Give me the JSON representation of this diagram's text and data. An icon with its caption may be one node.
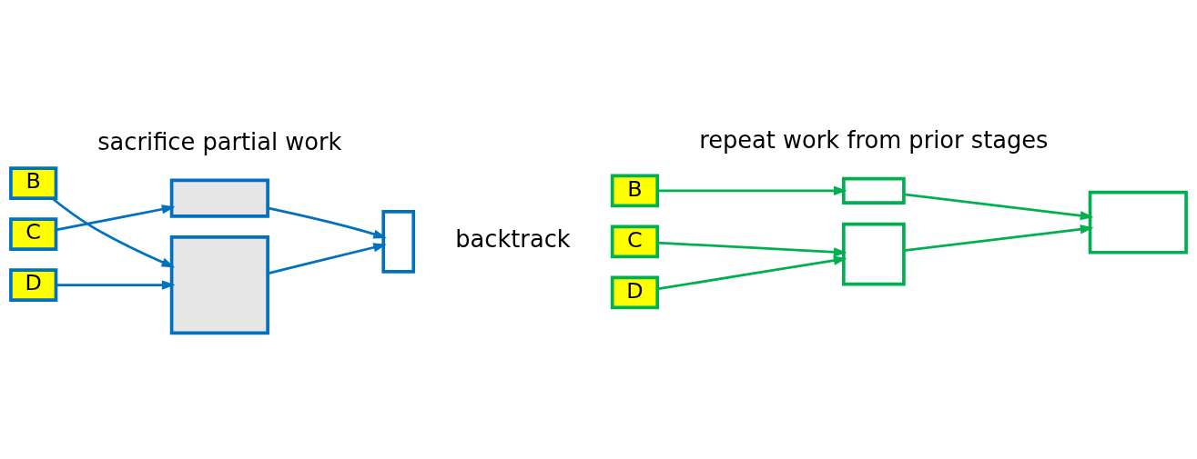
{
  "diagram": {
    "nodes": [
      {
        "text": [
          "B"
        ]
      },
      {
        "text": [
          "C"
        ]
      },
      {
        "text": [
          "D"
        ]
      },
      {
        "text": [],
        "shape": "box"
      },
      {
        "text": [],
        "shape": "box"
      },
      {
        "text": [],
        "shape": "box"
      },
      {
        "text": [
          "B"
        ]
      },
      {
        "text": [
          "C"
        ]
      },
      {
        "text": [
          "D"
        ]
      },
      {
        "text": [],
        "shape": "box"
      },
      {
        "text": [],
        "shape": "box"
      },
      {
        "text": [],
        "shape": "box"
      }
    ],
    "edges": [
      {
        "from": 0,
        "to": 4,
        "arrow": "to",
        "color": "#0070c0"
      },
      {
        "from": 1,
        "to": 3,
        "arrow": "to",
        "color": "#0070c0"
      },
      {
        "from": 2,
        "to": 4,
        "arrow": "to",
        "color": "#0070c0"
      },
      {
        "from": 3,
        "to": 5,
        "arrow": "to",
        "color": "#0070c0"
      },
      {
        "from": 4,
        "to": 5,
        "arrow": "to",
        "color": "#0070c0"
      },
      {
        "from": 6,
        "to": 9,
        "arrow": "to",
        "color": "#00b050"
      },
      {
        "from": 7,
        "to": 10,
        "arrow": "to",
        "color": "#00b050"
      },
      {
        "from": 8,
        "to": 10,
        "arrow": "to",
        "color": "#00b050"
      },
      {
        "from": 9,
        "to": 11,
        "arrow": "to",
        "color": "#00b050"
      },
      {
        "from": 10,
        "to": 11,
        "arrow": "to",
        "color": "#00b050"
      }
    ],
    "labels": [
      "backtrack",
      "sacrifice partial work",
      "repeat work from prior stages"
    ]
  }
}
